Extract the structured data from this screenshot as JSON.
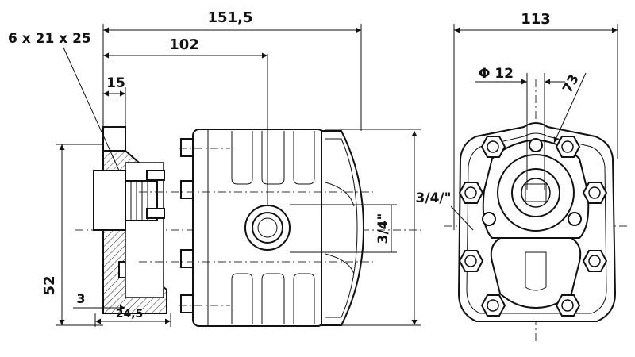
{
  "dimensions": {
    "overall_length": "151,5",
    "flange_to_port": "102",
    "flange_thickness": "15",
    "shaft_spec": "6 x 21 x 25",
    "pilot_height": "52",
    "pilot_depth": "3",
    "shaft_length": "24,5",
    "port_side": "3/4\"",
    "port_front": "3/4/\"",
    "width": "113",
    "hole_diameter": "Φ 12",
    "bolt_circle": "73"
  },
  "colors": {
    "line": "#111111",
    "background": "#ffffff"
  }
}
